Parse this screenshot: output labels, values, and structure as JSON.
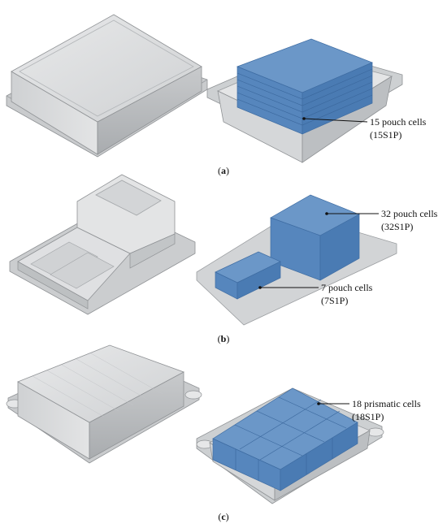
{
  "panels": [
    {
      "id": "a",
      "caption_open": "(",
      "caption_letter": "a",
      "caption_close": ")",
      "annotations": [
        {
          "line1": "15 pouch cells",
          "line2": "(15S1P)"
        }
      ]
    },
    {
      "id": "b",
      "caption_open": "(",
      "caption_letter": "b",
      "caption_close": ")",
      "annotations": [
        {
          "line1": "32 pouch cells",
          "line2": "(32S1P)"
        },
        {
          "line1": "7 pouch cells",
          "line2": "(7S1P)"
        }
      ]
    },
    {
      "id": "c",
      "caption_open": "(",
      "caption_letter": "c",
      "caption_close": ")",
      "annotations": [
        {
          "line1": "18 prismatic cells",
          "line2": "(18S1P)"
        }
      ]
    }
  ],
  "colors": {
    "housing": "#d9dadb",
    "housing_shade": "#b9bbbd",
    "housing_dark": "#9fa2a5",
    "cell_top": "#5f8fc4",
    "cell_side": "#4a7bb3",
    "cell_dark": "#3f6da3"
  }
}
